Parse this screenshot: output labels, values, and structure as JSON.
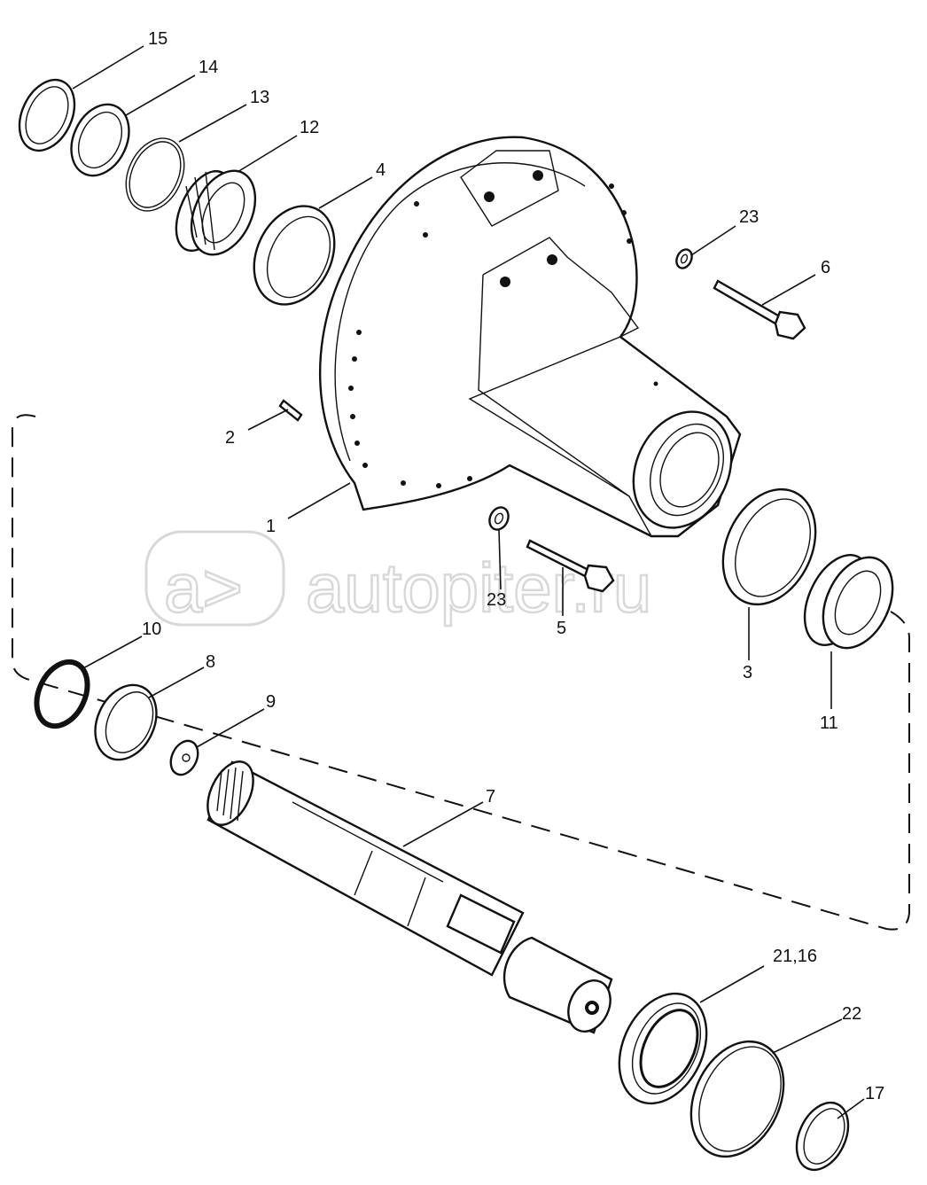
{
  "watermark": "autopiter.ru",
  "watermark_logo": "a>",
  "callouts": {
    "c1": "1",
    "c2": "2",
    "c3": "3",
    "c4": "4",
    "c5": "5",
    "c6": "6",
    "c7": "7",
    "c8": "8",
    "c9": "9",
    "c10": "10",
    "c11": "11",
    "c12": "12",
    "c13": "13",
    "c14": "14",
    "c15": "15",
    "c21_16": "21,16",
    "c22": "22",
    "c17": "17",
    "c23a": "23",
    "c23b": "23"
  }
}
